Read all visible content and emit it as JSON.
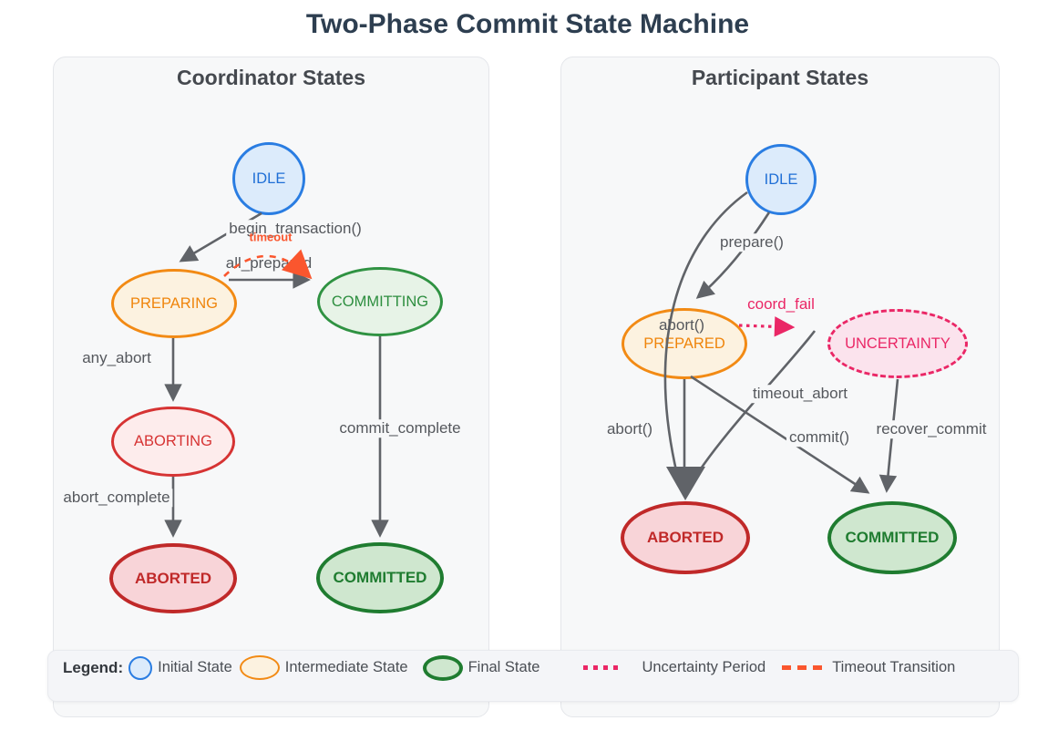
{
  "title": "Two-Phase Commit State Machine",
  "coordinator": {
    "title": "Coordinator States",
    "nodes": {
      "idle": "IDLE",
      "preparing": "PREPARING",
      "committing": "COMMITTING",
      "aborting": "ABORTING",
      "aborted": "ABORTED",
      "committed": "COMMITTED"
    },
    "edges": {
      "begin": "begin_transaction()",
      "timeout": "timeout",
      "all_prepared": "all_prepared",
      "any_abort": "any_abort",
      "commit_complete": "commit_complete",
      "abort_complete": "abort_complete"
    }
  },
  "participant": {
    "title": "Participant States",
    "nodes": {
      "idle": "IDLE",
      "prepared": "PREPARED",
      "uncertainty": "UNCERTAINTY",
      "aborted": "ABORTED",
      "committed": "COMMITTED"
    },
    "edges": {
      "prepare": "prepare()",
      "abort_from_idle": "abort()",
      "abort_from_prepared": "abort()",
      "coord_fail": "coord_fail",
      "timeout_abort": "timeout_abort",
      "commit": "commit()",
      "recover_commit": "recover_commit"
    }
  },
  "legend": {
    "heading": "Legend:",
    "items": [
      {
        "label": "Initial State",
        "swatch": "initial-state-circle"
      },
      {
        "label": "Intermediate State",
        "swatch": "intermediate-state-ellipse"
      },
      {
        "label": "Final State",
        "swatch": "final-state-ellipse"
      },
      {
        "label": "Uncertainty Period",
        "swatch": "pink-dotted-line"
      },
      {
        "label": "Timeout Transition",
        "swatch": "orange-dashed-line"
      }
    ]
  },
  "colors": {
    "title_text": "#2d3e50",
    "panel_background": "#f7f8f9",
    "arrow_gray": "#606368",
    "initial_border": "#2a7de2",
    "initial_fill": "#dcebfb",
    "intermediate_border": "#f28a14",
    "intermediate_fill": "#fcf2e0",
    "committing_border": "#2f9242",
    "committing_fill": "#e7f3e7",
    "aborting_border": "#d63333",
    "aborting_fill": "#fdecec",
    "final_abort_border": "#c02929",
    "final_abort_fill": "#f8d4d8",
    "final_commit_border": "#1f7c30",
    "final_commit_fill": "#cfe7cf",
    "uncertainty_pink": "#ea2766",
    "uncertainty_fill": "#fbe3ed",
    "timeout_orange_red": "#fa562e"
  }
}
